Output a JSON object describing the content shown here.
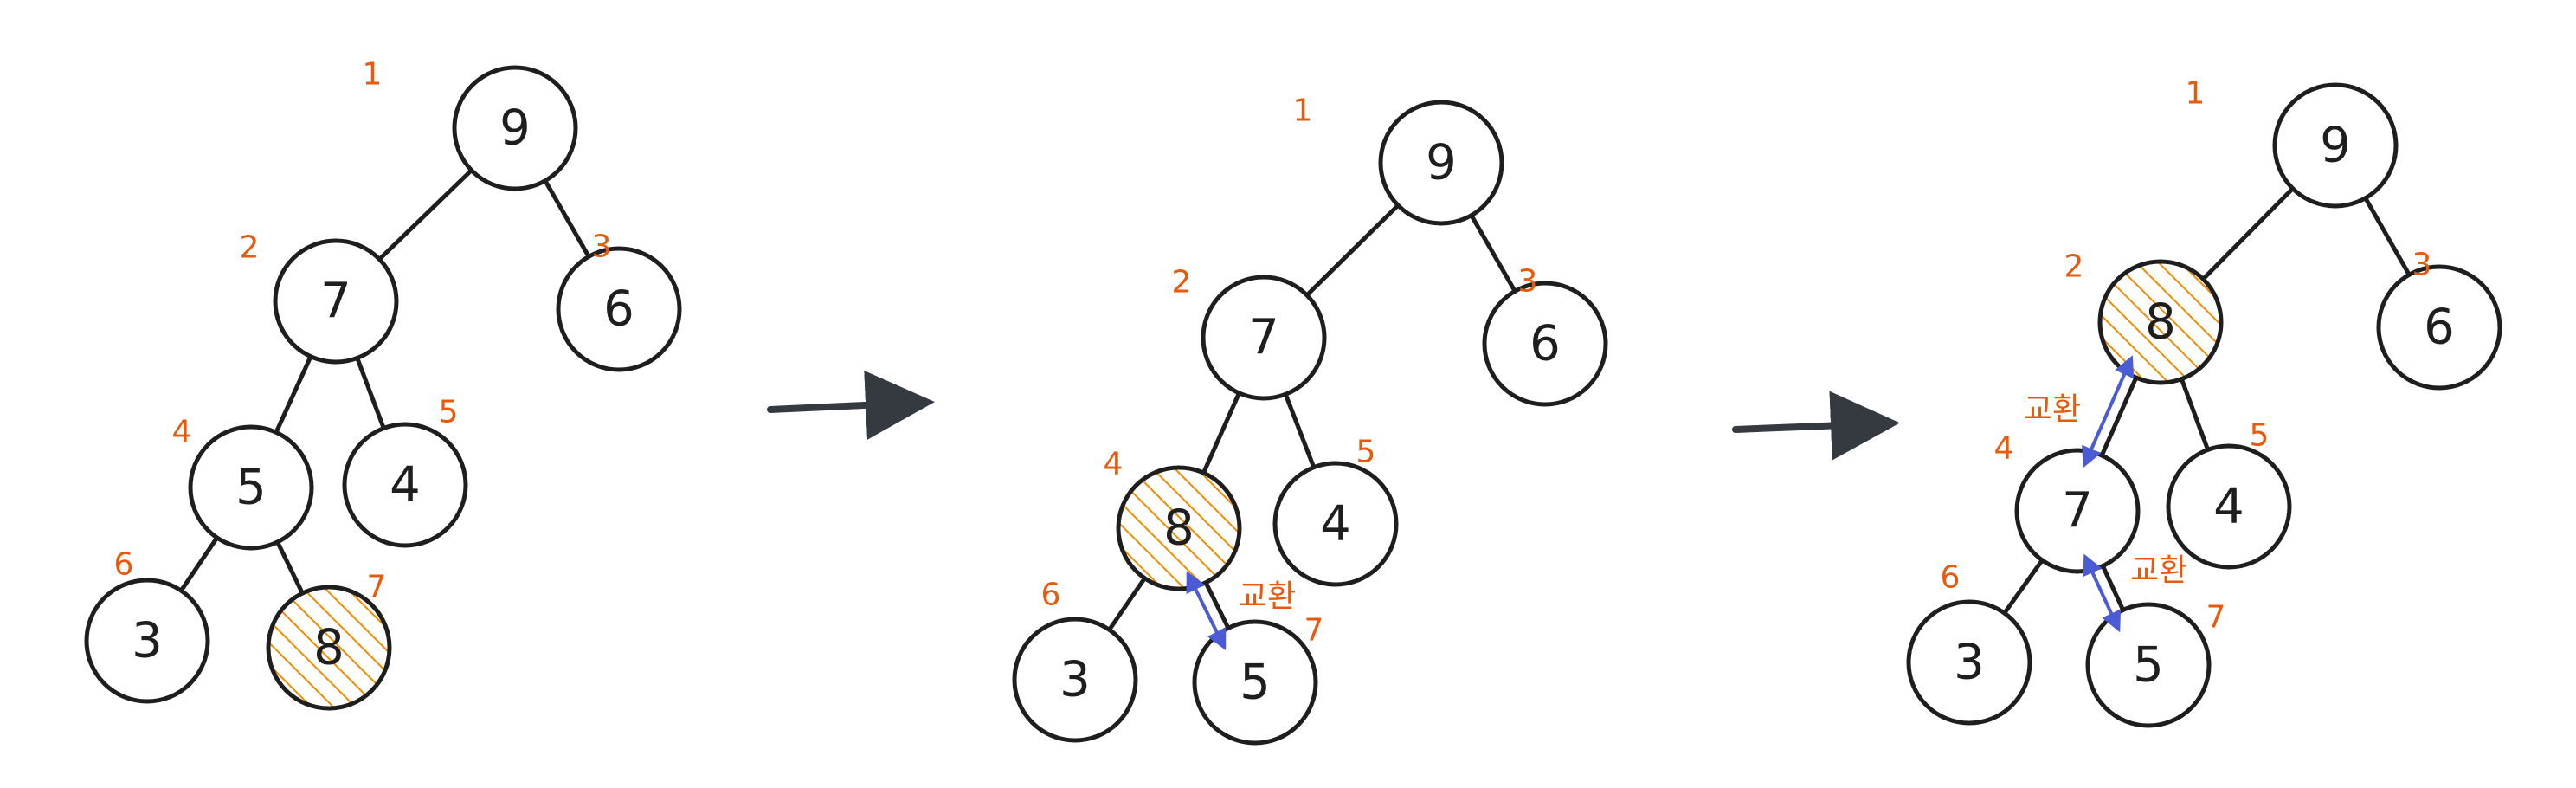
{
  "colors": {
    "stroke": "#1e1e1e",
    "index_label": "#e8590c",
    "highlight_hatch": "#f08c00",
    "swap_arrow": "#4a5bd4",
    "flow_arrow": "#343a40"
  },
  "swap_label": "교환",
  "trees": [
    {
      "nodes": [
        {
          "index": "1",
          "value": "9",
          "highlighted": false
        },
        {
          "index": "2",
          "value": "7",
          "highlighted": false
        },
        {
          "index": "3",
          "value": "6",
          "highlighted": false
        },
        {
          "index": "4",
          "value": "5",
          "highlighted": false
        },
        {
          "index": "5",
          "value": "4",
          "highlighted": false
        },
        {
          "index": "6",
          "value": "3",
          "highlighted": false
        },
        {
          "index": "7",
          "value": "8",
          "highlighted": true
        }
      ],
      "swaps": []
    },
    {
      "nodes": [
        {
          "index": "1",
          "value": "9",
          "highlighted": false
        },
        {
          "index": "2",
          "value": "7",
          "highlighted": false
        },
        {
          "index": "3",
          "value": "6",
          "highlighted": false
        },
        {
          "index": "4",
          "value": "8",
          "highlighted": true
        },
        {
          "index": "5",
          "value": "4",
          "highlighted": false
        },
        {
          "index": "6",
          "value": "3",
          "highlighted": false
        },
        {
          "index": "7",
          "value": "5",
          "highlighted": false
        }
      ],
      "swaps": [
        {
          "between": [
            "4",
            "7"
          ],
          "label": "교환"
        }
      ]
    },
    {
      "nodes": [
        {
          "index": "1",
          "value": "9",
          "highlighted": false
        },
        {
          "index": "2",
          "value": "8",
          "highlighted": true
        },
        {
          "index": "3",
          "value": "6",
          "highlighted": false
        },
        {
          "index": "4",
          "value": "7",
          "highlighted": false
        },
        {
          "index": "5",
          "value": "4",
          "highlighted": false
        },
        {
          "index": "6",
          "value": "3",
          "highlighted": false
        },
        {
          "index": "7",
          "value": "5",
          "highlighted": false
        }
      ],
      "swaps": [
        {
          "between": [
            "2",
            "4"
          ],
          "label": "교환"
        },
        {
          "between": [
            "4",
            "7"
          ],
          "label": "교환"
        }
      ]
    }
  ],
  "edges": [
    [
      "1",
      "2"
    ],
    [
      "1",
      "3"
    ],
    [
      "2",
      "4"
    ],
    [
      "2",
      "5"
    ],
    [
      "4",
      "6"
    ],
    [
      "4",
      "7"
    ]
  ]
}
